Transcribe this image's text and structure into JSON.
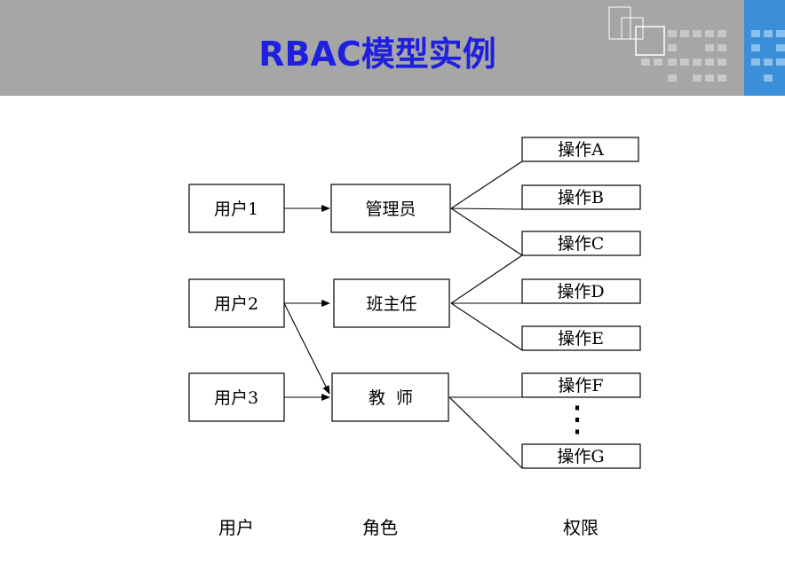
{
  "header": {
    "title": "RBAC模型实例",
    "title_color": "#1f1fe0",
    "bar_color": "#a6a6a6",
    "accent_color": "#3a8fd8"
  },
  "diagram": {
    "users": [
      "用户1",
      "用户2",
      "用户3"
    ],
    "roles": [
      "管理员",
      "班主任",
      "教  师"
    ],
    "permissions": [
      "操作A",
      "操作B",
      "操作C",
      "操作D",
      "操作E",
      "操作F",
      "操作G"
    ],
    "ellipsis": "⋮",
    "user_role_links": [
      [
        "用户1",
        "管理员"
      ],
      [
        "用户2",
        "班主任"
      ],
      [
        "用户2",
        "教  师"
      ],
      [
        "用户3",
        "教  师"
      ]
    ],
    "role_permission_links": [
      [
        "管理员",
        "操作A"
      ],
      [
        "管理员",
        "操作B"
      ],
      [
        "管理员",
        "操作C"
      ],
      [
        "班主任",
        "操作C"
      ],
      [
        "班主任",
        "操作D"
      ],
      [
        "班主任",
        "操作E"
      ],
      [
        "教  师",
        "操作F"
      ],
      [
        "教  师",
        "操作G"
      ]
    ],
    "column_labels": {
      "users": "用户",
      "roles": "角色",
      "permissions": "权限"
    }
  }
}
